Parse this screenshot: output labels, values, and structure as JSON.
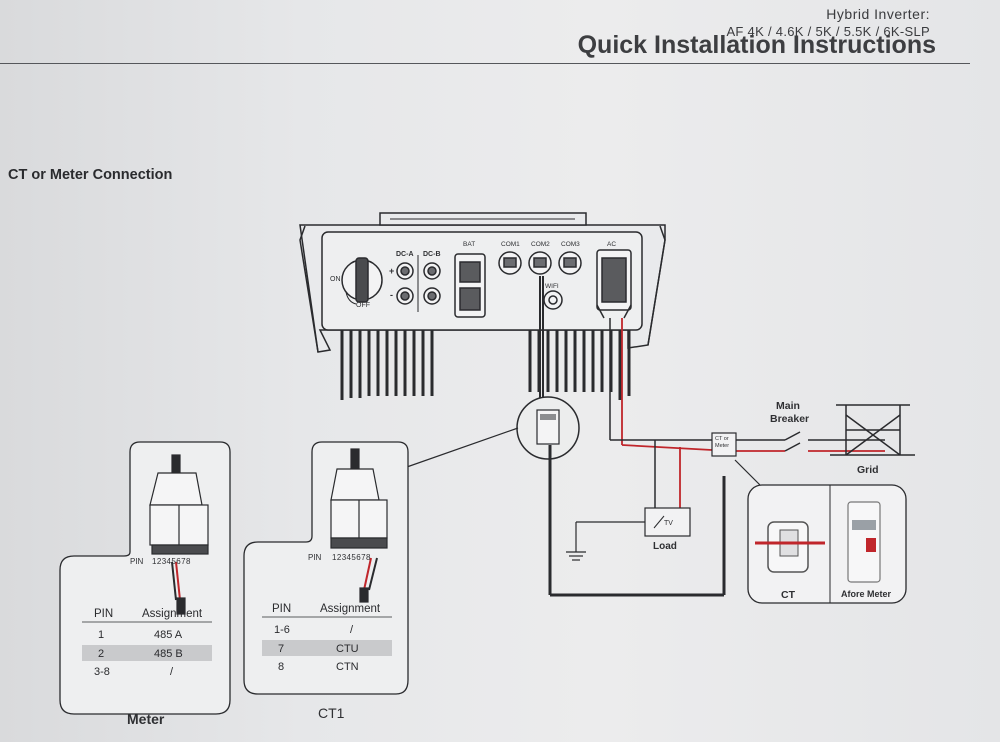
{
  "header": {
    "product_line1": "Hybrid  Inverter:",
    "product_line2": "AF 4K / 4.6K / 5K / 5.5K / 6K-SLP",
    "title": "Quick Installation Instructions"
  },
  "section_title": "CT or Meter Connection",
  "inverter": {
    "switch_on": "ON",
    "switch_off": "OFF",
    "port_dca": "DC-A",
    "port_dcb": "DC-B",
    "port_bat": "BAT",
    "port_com1": "COM1",
    "port_com2": "COM2",
    "port_com3": "COM3",
    "port_ac": "AC",
    "port_wifi": "WIFI",
    "plus": "+",
    "minus": "-"
  },
  "wiring": {
    "main_breaker": "Main\nBreaker",
    "main_breaker_l1": "Main",
    "main_breaker_l2": "Breaker",
    "grid": "Grid",
    "load": "Load",
    "tv": "TV",
    "ct_or_meter_l1": "CT or",
    "ct_or_meter_l2": "Meter",
    "ct": "CT",
    "afore_meter": "Afore Meter"
  },
  "meter_box": {
    "pin_label": "PIN",
    "pin_numbers": "12345678",
    "caption": "Meter",
    "headers": [
      "PIN",
      "Assignment"
    ],
    "rows": [
      {
        "pin": "1",
        "assignment": "485 A"
      },
      {
        "pin": "2",
        "assignment": "485 B"
      },
      {
        "pin": "3-8",
        "assignment": "/"
      }
    ]
  },
  "ct_box": {
    "pin_label": "PIN",
    "pin_numbers": "12345678",
    "caption": "CT1",
    "headers": [
      "PIN",
      "Assignment"
    ],
    "rows": [
      {
        "pin": "1-6",
        "assignment": "/"
      },
      {
        "pin": "7",
        "assignment": "CTU"
      },
      {
        "pin": "8",
        "assignment": "CTN"
      }
    ]
  },
  "colors": {
    "line": "#2a2b2e",
    "red_wire": "#c0262b",
    "page": "#e6e7e9"
  }
}
